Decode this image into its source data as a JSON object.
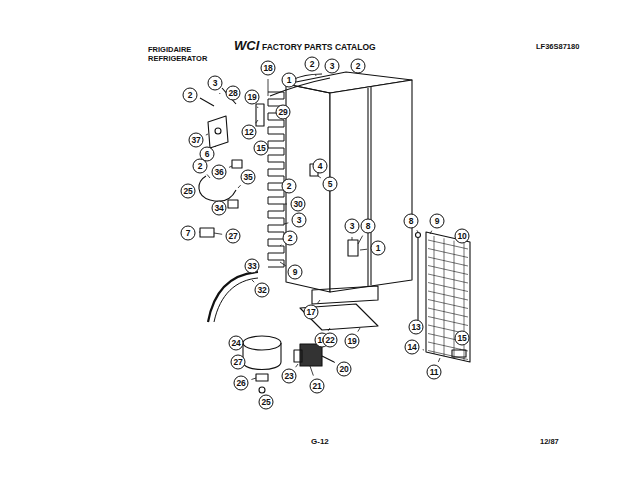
{
  "diagram": {
    "labels": [
      "FRIGIDAIRE",
      "REFRIGERATOR",
      "WCI",
      "FACTORY PARTS CATALOG",
      "LF36S87180",
      "G-12",
      "12/87",
      "18",
      "1",
      "2",
      "3",
      "2",
      "3",
      "2",
      "28",
      "19",
      "29",
      "37",
      "6",
      "12",
      "15",
      "2",
      "36",
      "35",
      "4",
      "5",
      "2",
      "25",
      "30",
      "34",
      "3",
      "3",
      "8",
      "1",
      "7",
      "27",
      "2",
      "33",
      "9",
      "8",
      "9",
      "10",
      "32",
      "17",
      "16",
      "19",
      "13",
      "14",
      "11",
      "15",
      "22",
      "24",
      "27",
      "20",
      "23",
      "21",
      "26",
      "25"
    ]
  }
}
